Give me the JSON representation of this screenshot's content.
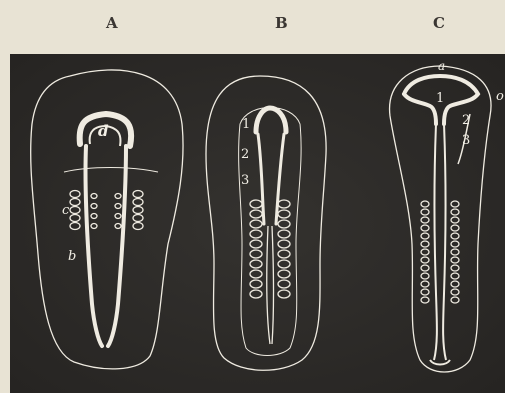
{
  "header": {
    "labels": [
      "A",
      "B",
      "C"
    ]
  },
  "figure_a": {
    "labels": [
      "d",
      "c",
      "b"
    ]
  },
  "figure_b": {
    "labels": [
      "1",
      "2",
      "3"
    ]
  },
  "figure_c": {
    "labels": [
      "a",
      "1",
      "o",
      "2",
      "3"
    ]
  },
  "colors": {
    "paper": "#e8e3d4",
    "plate": "#2d2b29",
    "lines": "#f2efe6"
  }
}
